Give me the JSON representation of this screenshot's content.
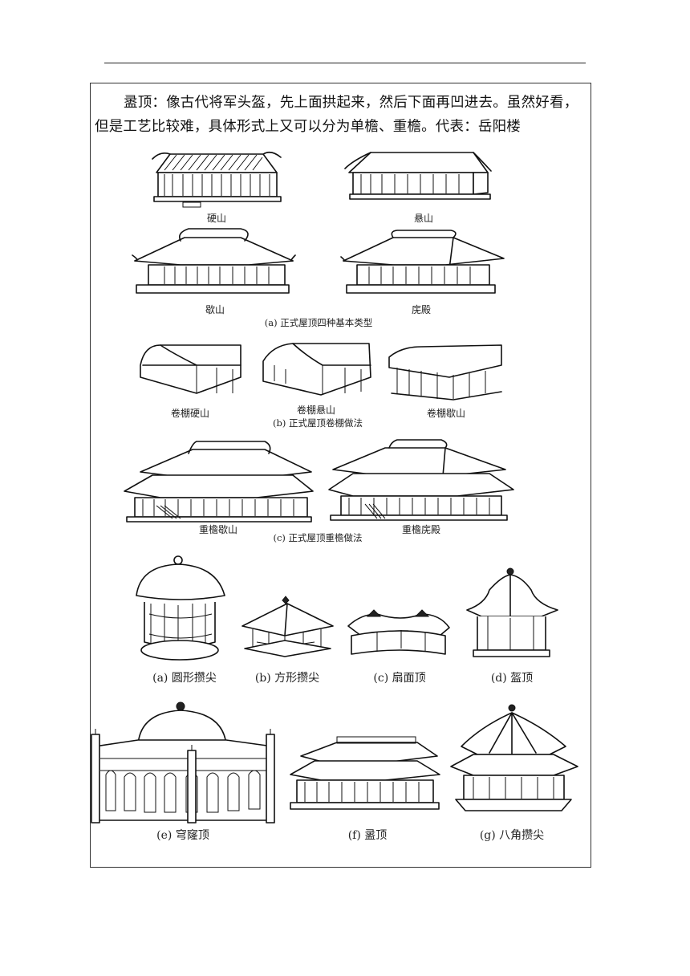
{
  "paragraph": "盝顶：像古代将军头盔，先上面拱起来，然后下面再凹进去。虽然好看，但是工艺比较难，具体形式上又可以分为单檐、重檐。代表：岳阳楼",
  "figure1": {
    "labels": {
      "yingshan": "硬山",
      "xuanshan": "悬山",
      "xieshan": "歇山",
      "wudian": "庑殿",
      "caption_a": "(a) 正式屋顶四种基本类型",
      "juanpeng_ying": "卷棚硬山",
      "juanpeng_xuan": "卷棚悬山",
      "juanpeng_xie": "卷棚歇山",
      "caption_b": "(b) 正式屋顶卷棚做法",
      "chongyan_xie": "重檐歇山",
      "chongyan_wu": "重檐庑殿",
      "caption_c": "(c) 正式屋顶重檐做法"
    }
  },
  "figure2": {
    "labels": {
      "a": "(a) 圆形攒尖",
      "b": "(b) 方形攒尖",
      "c": "(c) 扇面顶",
      "d": "(d) 盔顶",
      "e": "(e) 穹窿顶",
      "f": "(f) 盝顶",
      "g": "(g) 八角攒尖"
    }
  }
}
